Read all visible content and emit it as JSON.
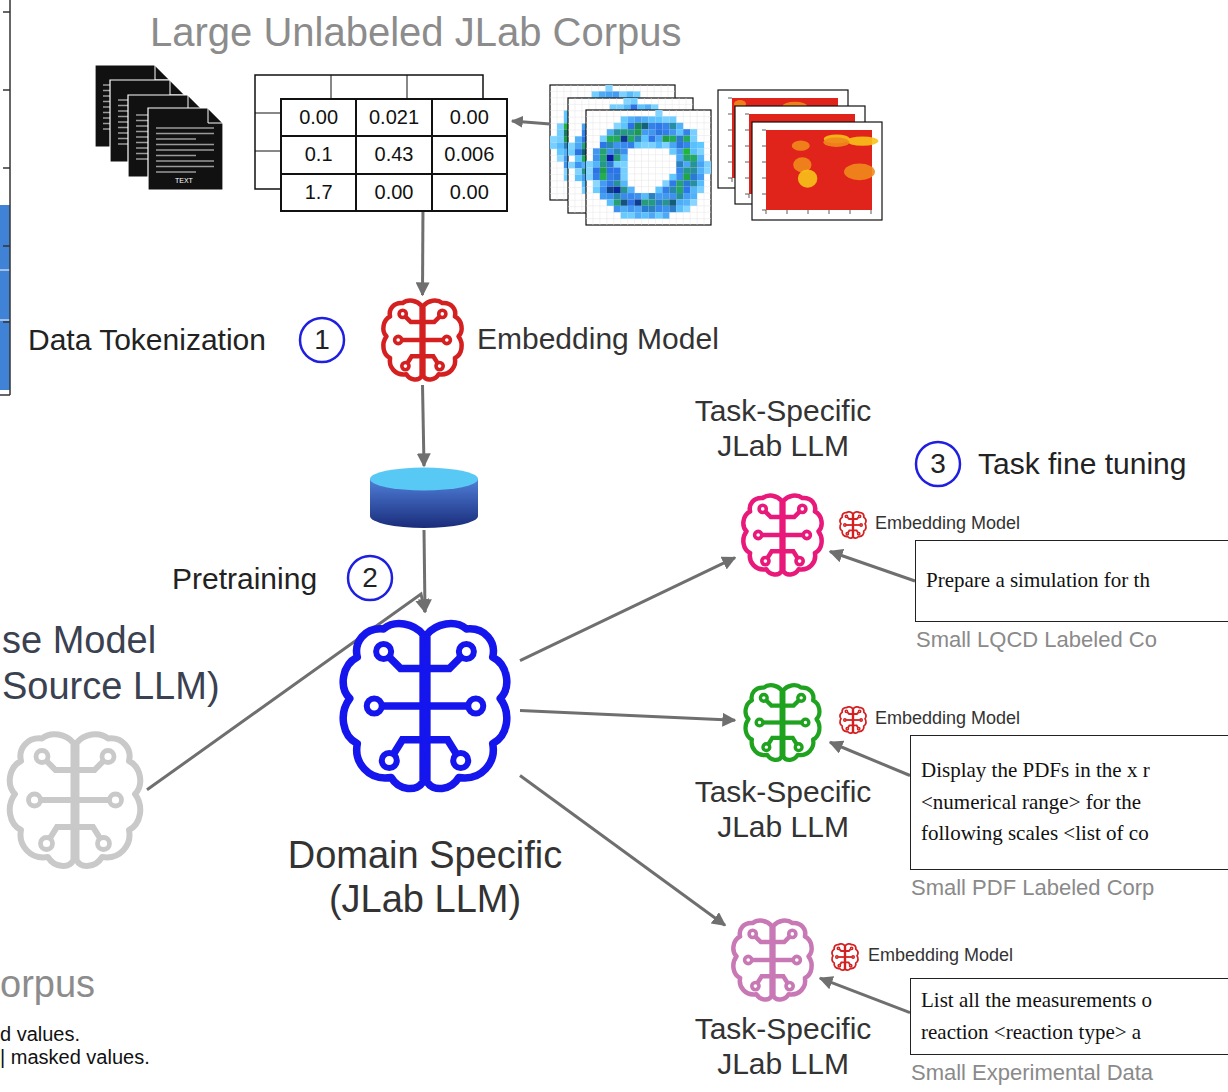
{
  "diagram": {
    "nodes": [
      {
        "text": [
          "0.00",
          "0.021",
          "0.00",
          "0.1",
          "0.43",
          "0.006",
          "1.7",
          "0.00",
          "0.00"
        ]
      },
      {
        "text": [
          "Embedding Model"
        ]
      },
      {
        "text": []
      },
      {
        "text": [
          "se Model Source LLM)"
        ]
      },
      {
        "text": [
          "Domain Specific (JLab LLM)"
        ]
      },
      {
        "text": [
          "Task-Specific JLab LLM",
          "Embedding Model"
        ]
      },
      {
        "text": [
          "Task-Specific JLab LLM",
          "Embedding Model"
        ]
      },
      {
        "text": [
          "Task-Specific JLab LLM",
          "Embedding Model"
        ]
      },
      {
        "text": [
          "Prepare a simulation for th",
          "Small LQCD Labeled Co"
        ]
      },
      {
        "text": [
          "Display the PDFs in the x r <numerical range> for the following scales <list of co",
          "Small PDF Labeled Corp"
        ]
      },
      {
        "text": [
          "List all the measurements o reaction <reaction type> a",
          "Small Experimental Data"
        ]
      }
    ],
    "edges": [
      {
        "from": 0,
        "to": 1,
        "arrow": "to"
      },
      {
        "from": 1,
        "to": 2,
        "arrow": "to"
      },
      {
        "from": 2,
        "to": 4,
        "arrow": "to"
      },
      {
        "from": 3,
        "to": 4,
        "arrow": "to"
      },
      {
        "from": 4,
        "to": 5,
        "arrow": "to"
      },
      {
        "from": 4,
        "to": 6,
        "arrow": "to"
      },
      {
        "from": 4,
        "to": 7,
        "arrow": "to"
      },
      {
        "from": 8,
        "to": 5,
        "arrow": "to"
      },
      {
        "from": 9,
        "to": 6,
        "arrow": "to"
      },
      {
        "from": 10,
        "to": 7,
        "arrow": "to"
      }
    ],
    "labels": [
      "Large Unlabeled JLab Corpus",
      "TEXT",
      "Data Tokenization",
      "1",
      "Pretraining",
      "2",
      "3",
      "Task fine tuning",
      "orpus",
      "d values.",
      "| masked values."
    ]
  }
}
